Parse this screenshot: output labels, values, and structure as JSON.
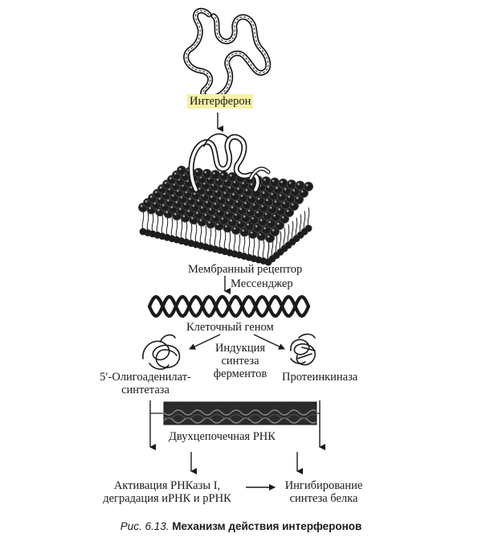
{
  "labels": {
    "interferon": "Интерферон",
    "membrane_receptor": "Мембранный рецептор",
    "messenger": "Мессенджер",
    "cell_genome": "Клеточный геном",
    "induction": [
      "Индукция",
      "синтеза",
      "ферментов"
    ],
    "oligoadenylate": [
      "5′-Олигоаденилат-",
      "синтетаза"
    ],
    "protein_kinase": "Протеинкиназа",
    "dsrna": "Двухцепочечная РНК",
    "rnase_activation": [
      "Активация РНКазы I,",
      "деградация иРНК и рРНК"
    ],
    "protein_inhibition": [
      "Ингибирование",
      "синтеза белка"
    ]
  },
  "caption": {
    "figure_ref": "Рис. 6.13.",
    "title": "Механизм действия интерферонов"
  },
  "colors": {
    "ink": "#1a1a1a",
    "highlight": "#f7f2a6",
    "membrane": "#222222",
    "rna_band": "#2b2b2b"
  }
}
